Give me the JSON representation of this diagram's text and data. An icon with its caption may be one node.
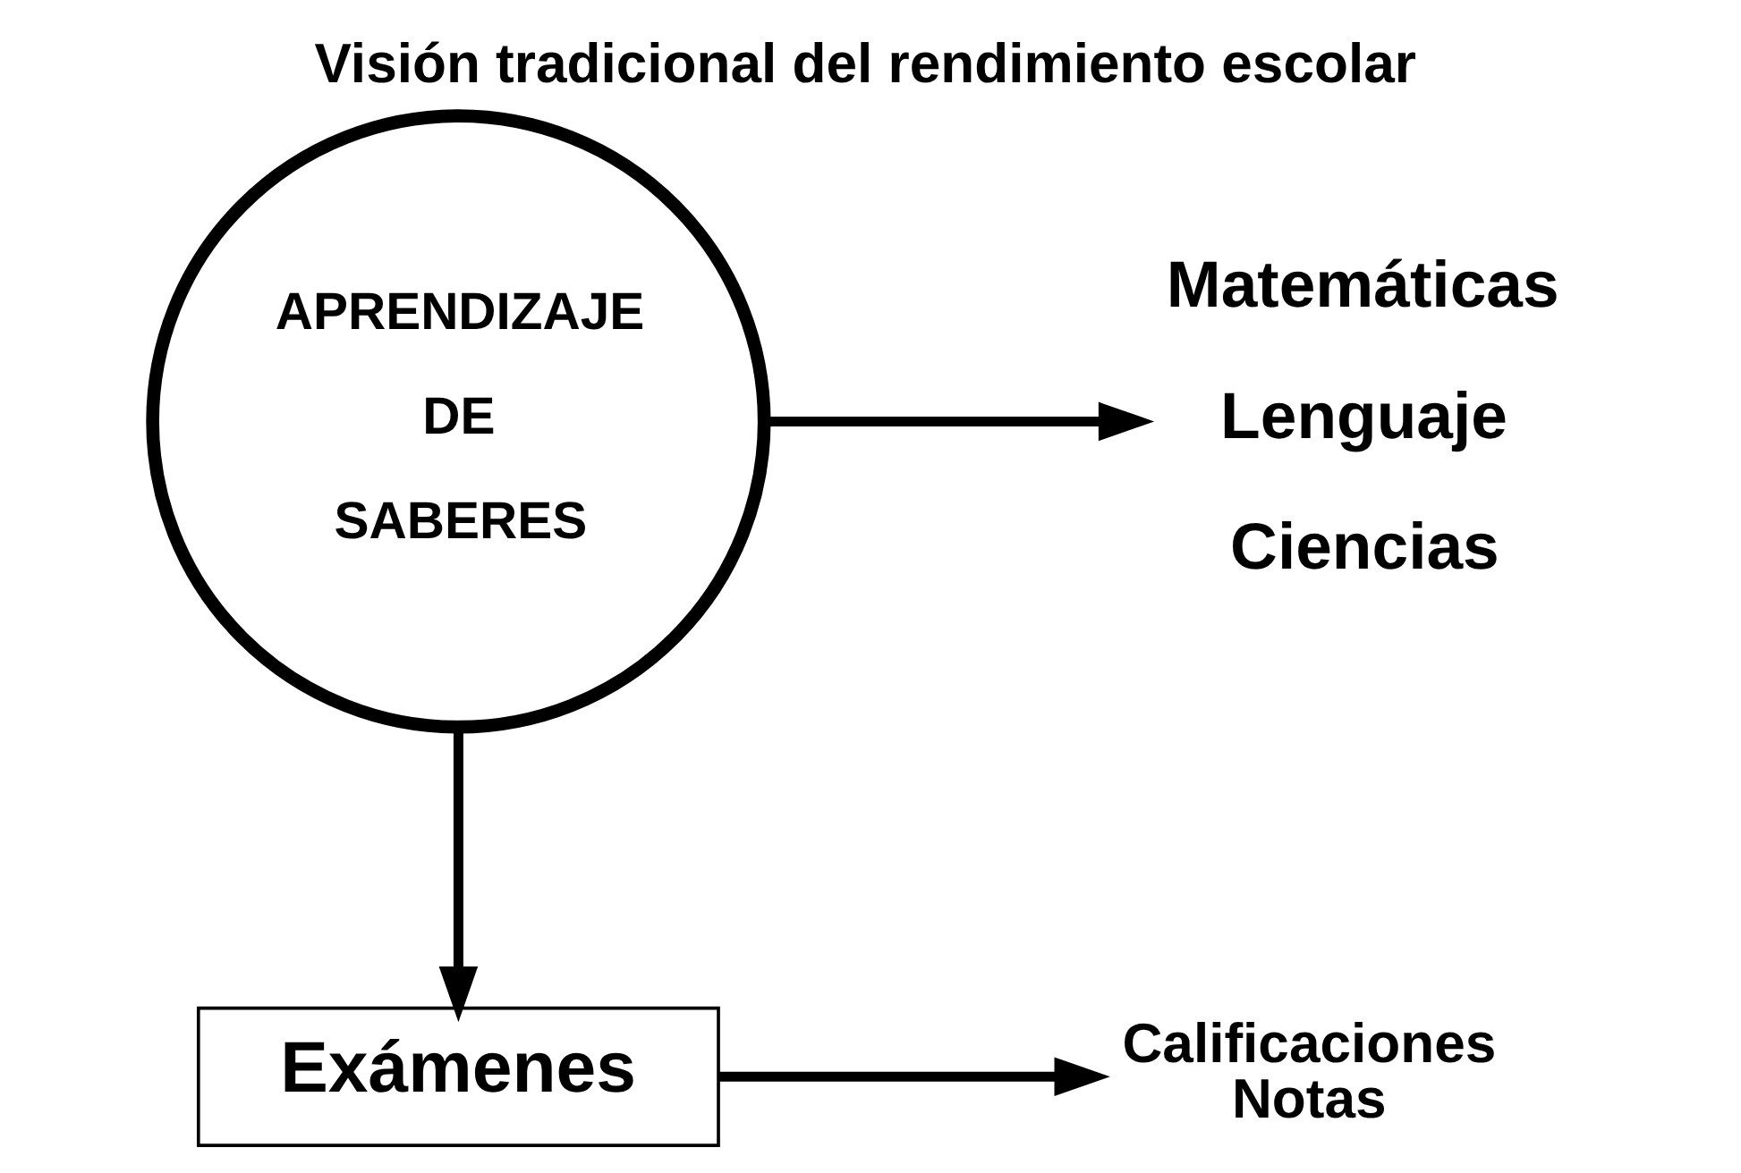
{
  "diagram": {
    "title": "Visión tradicional del rendimiento escolar",
    "nodes": [
      {
        "text": [
          "APRENDIZAJE DE SABERES"
        ]
      },
      {
        "text": [
          "Matemáticas",
          "Lenguaje",
          "Ciencias"
        ]
      },
      {
        "text": [
          "Exámenes"
        ]
      },
      {
        "text": [
          "Calificaciones Notas"
        ]
      }
    ],
    "edges": [
      {
        "from": 0,
        "to": 1,
        "arrow": "to"
      },
      {
        "from": 0,
        "to": 2,
        "arrow": "to"
      },
      {
        "from": 2,
        "to": 3,
        "arrow": "to"
      }
    ]
  }
}
